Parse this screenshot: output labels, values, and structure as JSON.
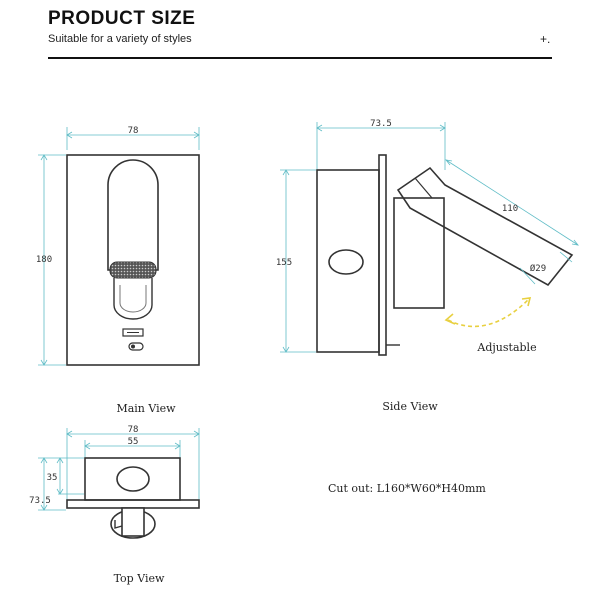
{
  "header": {
    "title": "PRODUCT SIZE",
    "subtitle": "Suitable for a variety of styles",
    "mark": "+."
  },
  "main_view": {
    "caption": "Main View",
    "width_label": "78",
    "height_label": "180"
  },
  "side_view": {
    "caption": "Side View",
    "depth_label": "73.5",
    "height_label": "155",
    "arm_label": "110",
    "diameter_label": "Ø29",
    "adjust_label": "Adjustable"
  },
  "top_view": {
    "caption": "Top View",
    "width_label": "78",
    "inner_label": "55",
    "depth_label": "35",
    "total_label": "73.5"
  },
  "cutout": {
    "text": "Cut out: L160*W60*H40mm"
  },
  "colors": {
    "outline": "#333333",
    "dimension": "#5fbcc6",
    "arrow": "#e8d040"
  }
}
